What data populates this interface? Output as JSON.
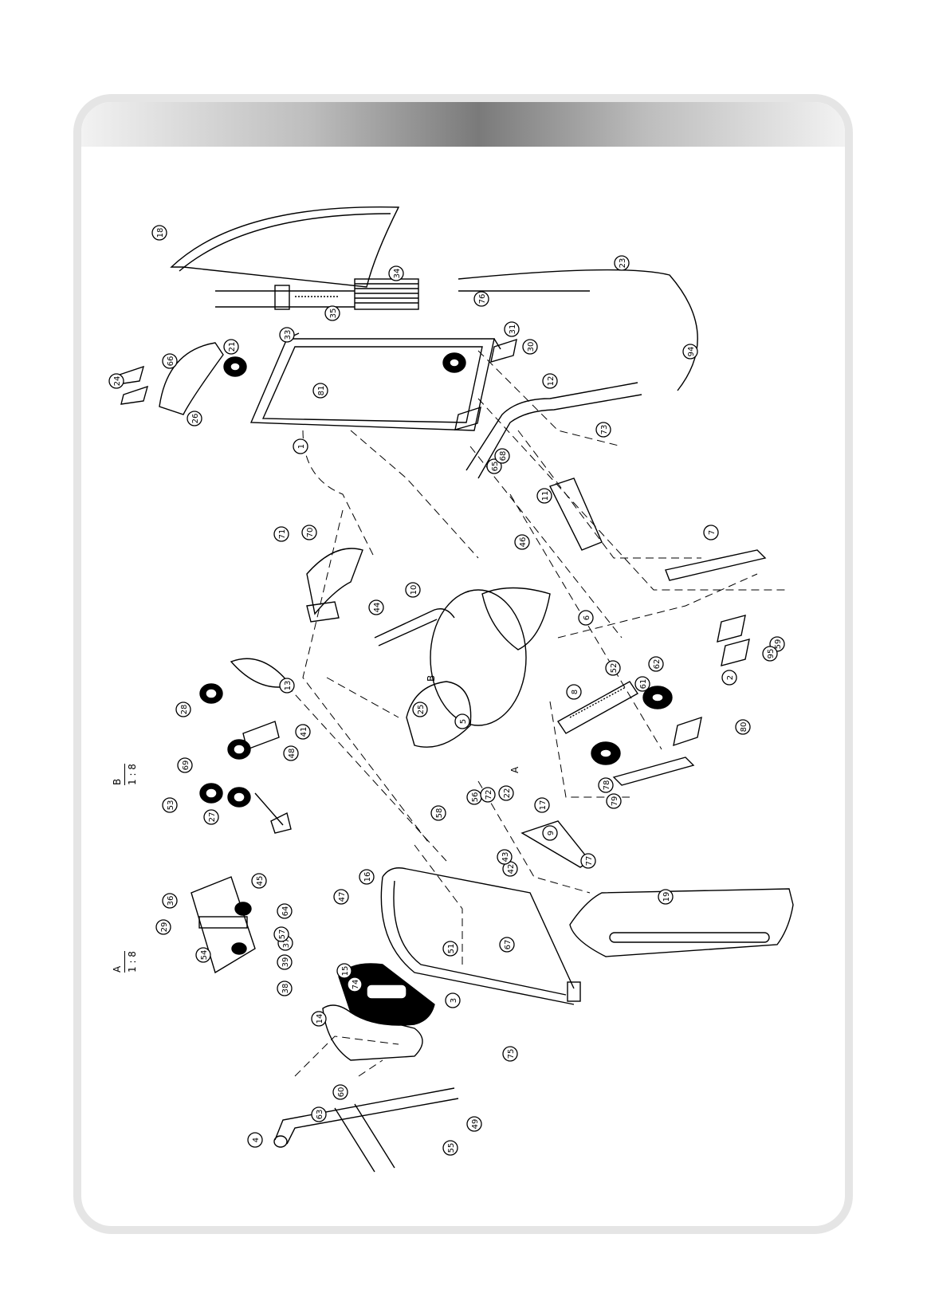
{
  "detail_views": [
    {
      "letter": "A",
      "scale": "1 : 8"
    },
    {
      "letter": "B",
      "scale": "1 : 8"
    }
  ],
  "view_markers": [
    "A",
    "B"
  ],
  "part_callouts": [
    "1",
    "2",
    "3",
    "4",
    "5",
    "6",
    "7",
    "8",
    "9",
    "10",
    "11",
    "12",
    "13",
    "14",
    "15",
    "16",
    "17",
    "18",
    "19",
    "21",
    "22",
    "23",
    "24",
    "25",
    "26",
    "27",
    "28",
    "29",
    "30",
    "31",
    "33",
    "34",
    "35",
    "36",
    "37",
    "38",
    "39",
    "41",
    "42",
    "43",
    "44",
    "45",
    "46",
    "47",
    "48",
    "49",
    "51",
    "52",
    "53",
    "54",
    "55",
    "56",
    "57",
    "58",
    "59",
    "60",
    "61",
    "62",
    "63",
    "64",
    "65",
    "66",
    "67",
    "68",
    "69",
    "70",
    "71",
    "72",
    "73",
    "74",
    "75",
    "76",
    "77",
    "78",
    "79",
    "80",
    "81",
    "94",
    "95"
  ],
  "colors": {
    "frame": "#e5e5e5",
    "band_dark": "#7a7a7a",
    "ink": "#000000"
  }
}
